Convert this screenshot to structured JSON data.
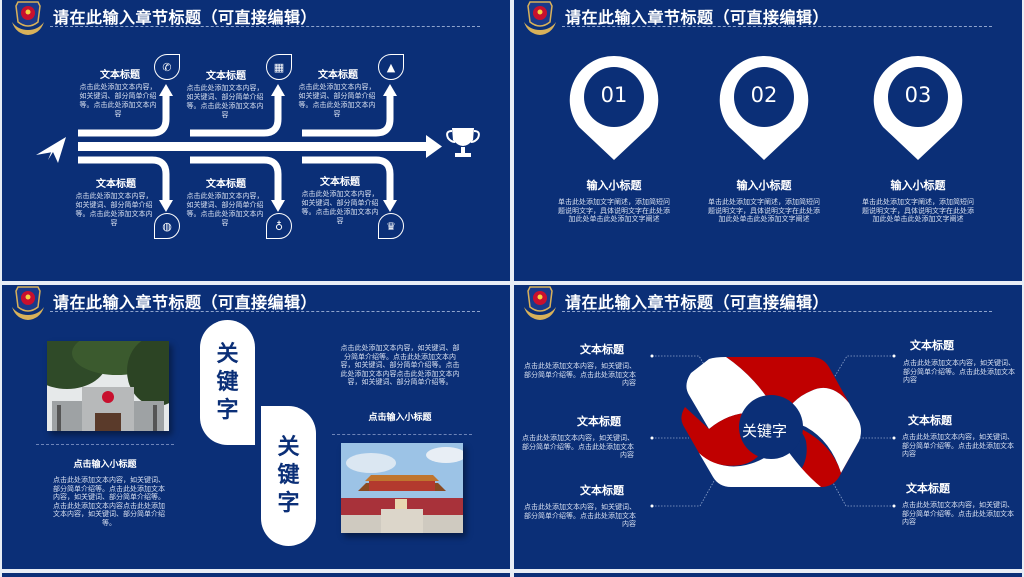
{
  "header_title": "请在此输入章节标题（可直接编辑）",
  "slide1": {
    "top_items": [
      {
        "title": "文本标题",
        "body": "点击此处添加文本内容，如关键词、部分简单介绍等。点击此处添加文本内容",
        "icon": "phone-icon",
        "glyph": "✆"
      },
      {
        "title": "文本标题",
        "body": "点击此处添加文本内容，如关键词、部分简单介绍等。点击此处添加文本内容",
        "icon": "calendar-icon",
        "glyph": "▦"
      },
      {
        "title": "文本标题",
        "body": "点击此处添加文本内容，如关键词、部分简单介绍等。点击此处添加文本内容",
        "icon": "chart-icon",
        "glyph": "▲"
      }
    ],
    "bottom_items": [
      {
        "title": "文本标题",
        "body": "点击此处添加文本内容，如关键词、部分简单介绍等。点击此处添加文本内容",
        "icon": "globe-icon",
        "glyph": "◍"
      },
      {
        "title": "文本标题",
        "body": "点击此处添加文本内容，如关键词、部分简单介绍等。点击此处添加文本内容",
        "icon": "lightbulb-icon",
        "glyph": "♁"
      },
      {
        "title": "文本标题",
        "body": "点击此处添加文本内容，如关键词、部分简单介绍等。点击此处添加文本内容",
        "icon": "trophy-icon",
        "glyph": "♛"
      }
    ]
  },
  "slide2": {
    "pins": [
      {
        "num": "01",
        "title": "输入小标题",
        "body": "单击此处添加文字阐述，添加简短问题说明文字，具体说明文字在此处添加此处单击此处添加文字阐述"
      },
      {
        "num": "02",
        "title": "输入小标题",
        "body": "单击此处添加文字阐述，添加简短问题说明文字，具体说明文字在此处添加此处单击此处添加文字阐述"
      },
      {
        "num": "03",
        "title": "输入小标题",
        "body": "单击此处添加文字阐述，添加简短问题说明文字，具体说明文字在此处添加此处单击此处添加文字阐述"
      }
    ]
  },
  "slide3": {
    "keyword_chars": [
      "关",
      "键",
      "字"
    ],
    "right_body": "点击此处添加文本内容，如关键词、部分简单介绍等。点击此处添加文本内容，如关键词、部分简单介绍等。点击此处添加文本内容点击此处添加文本内容，如关键词、部分简单介绍等。",
    "right_subtitle": "点击输入小标题",
    "left_subtitle": "点击输入小标题",
    "left_body": "点击此处添加文本内容，如关键词、部分简单介绍等。点击此处添加文本内容，如关键词、部分简单介绍等。点击此处添加文本内容点击此处添加文本内容，如关键词、部分简单介绍等。"
  },
  "slide4": {
    "center_label": "关键字",
    "items": [
      {
        "title": "文本标题",
        "body": "点击此处添加文本内容，如关键词、部分简单介绍等。点击此处添加文本内容"
      },
      {
        "title": "文本标题",
        "body": "点击此处添加文本内容，如关键词、部分简单介绍等。点击此处添加文本内容"
      },
      {
        "title": "文本标题",
        "body": "点击此处添加文本内容，如关键词、部分简单介绍等。点击此处添加文本内容"
      },
      {
        "title": "文本标题",
        "body": "点击此处添加文本内容，如关键词、部分简单介绍等。点击此处添加文本内容"
      },
      {
        "title": "文本标题",
        "body": "点击此处添加文本内容，如关键词、部分简单介绍等。点击此处添加文本内容"
      },
      {
        "title": "文本标题",
        "body": "点击此处添加文本内容，如关键词、部分简单介绍等。点击此处添加文本内容"
      }
    ]
  },
  "colors": {
    "background": "#0b2f77",
    "accent_red": "#c00000",
    "white": "#ffffff",
    "gap": "#e8edf5"
  }
}
